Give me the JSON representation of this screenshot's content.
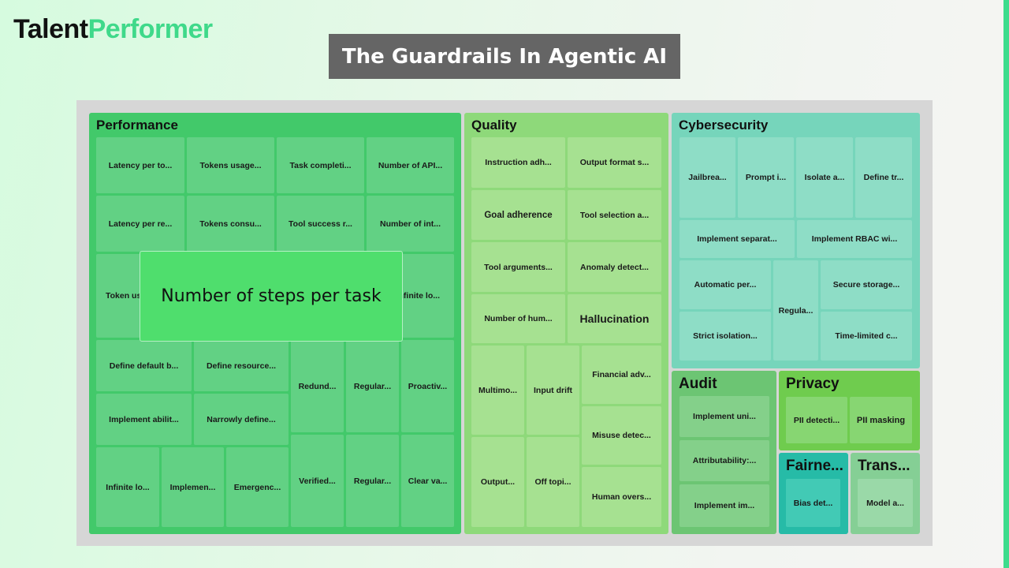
{
  "brand": {
    "part1": "Talent",
    "part2": "Performer"
  },
  "title": "The Guardrails In Agentic AI",
  "colors": {
    "performance": "#42c96a",
    "quality": "#8ed97a",
    "cybersecurity": "#76d5bb",
    "audit": "#6cc573",
    "privacy": "#6fcc4e",
    "fairness": "#26bba7",
    "transparency": "#85cf95",
    "accent": "#3ddc8d"
  },
  "treemap": {
    "performance": {
      "label": "Performance",
      "items": [
        "Latency per to...",
        "Tokens usage...",
        "Task completi...",
        "Number of API...",
        "Latency per re...",
        "Tokens consu...",
        "Tool success r...",
        "Number of int...",
        "Token us",
        "Infinite lo...",
        "Define default b...",
        "Define resource...",
        "Redund...",
        "Regular...",
        "Proactiv...",
        "Implement abilit...",
        "Narrowly define...",
        "Infinite lo...",
        "Implemen...",
        "Emergenc...",
        "Verified...",
        "Regular...",
        "Clear va..."
      ]
    },
    "quality": {
      "label": "Quality",
      "items": [
        "Instruction adh...",
        "Output format s...",
        "Goal adherence",
        "Tool selection a...",
        "Tool arguments...",
        "Anomaly detect...",
        "Number of hum...",
        "Hallucination",
        "Multimo...",
        "Input drift",
        "Financial adv...",
        "Misuse detec...",
        "Output...",
        "Off topi...",
        "Human overs..."
      ]
    },
    "cybersecurity": {
      "label": "Cybersecurity",
      "items": [
        "Jailbrea...",
        "Prompt i...",
        "Isolate a...",
        "Define tr...",
        "Implement separat...",
        "Implement RBAC wi...",
        "Automatic per...",
        "Regula...",
        "Secure storage...",
        "Strict isolation...",
        "Time-limited c..."
      ]
    },
    "audit": {
      "label": "Audit",
      "items": [
        "Implement uni...",
        "Attributability:...",
        "Implement im..."
      ]
    },
    "privacy": {
      "label": "Privacy",
      "items": [
        "PII detecti...",
        "PII masking"
      ]
    },
    "fairness": {
      "label": "Fairne...",
      "items": [
        "Bias det..."
      ]
    },
    "transparency": {
      "label": "Trans...",
      "items": [
        "Model a..."
      ]
    }
  },
  "tooltip": {
    "text": "Number of steps per task"
  }
}
